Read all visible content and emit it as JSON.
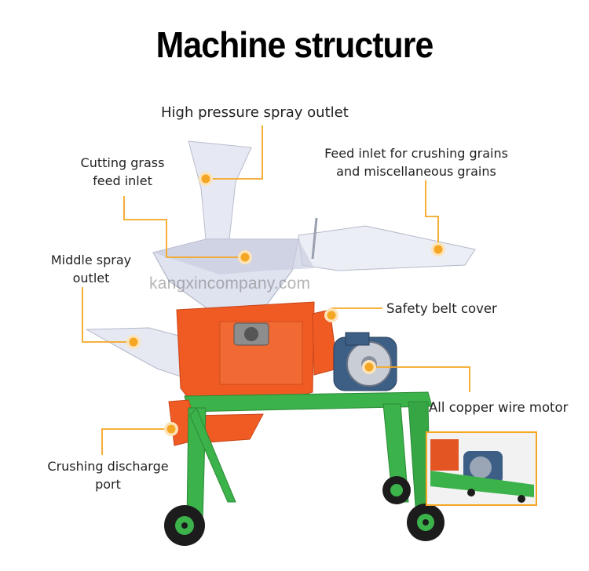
{
  "title": "Machine structure",
  "watermark": "kangxincompany.com",
  "colors": {
    "accent": "#f5a623",
    "body": "#f05a23",
    "frame": "#3cb24a",
    "hopper": "#e3e6f2",
    "motor": "#3d5f86"
  },
  "labels": {
    "spray_top": "High pressure spray outlet",
    "cutting_grass_1": "Cutting grass",
    "cutting_grass_2": "feed inlet",
    "feed_grain_1": "Feed inlet for crushing grains",
    "feed_grain_2": "and miscellaneous grains",
    "middle_spray_1": "Middle spray",
    "middle_spray_2": "outlet",
    "belt_cover": "Safety belt cover",
    "motor": "All copper wire motor",
    "discharge_1": "Crushing discharge",
    "discharge_2": "port"
  }
}
